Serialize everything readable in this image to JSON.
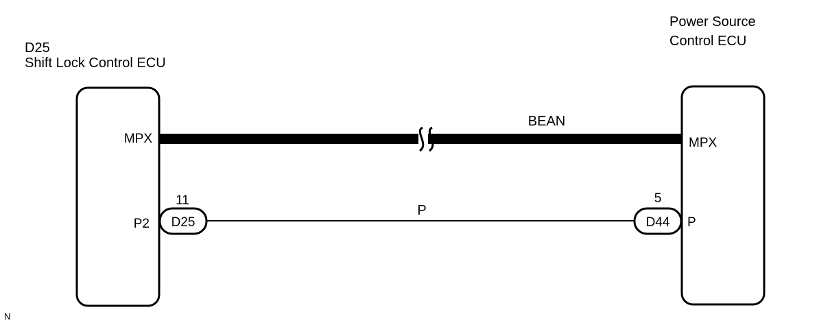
{
  "left_ecu": {
    "code": "D25",
    "name": "Shift Lock Control ECU",
    "pins": {
      "mpx": "MPX",
      "p2": "P2"
    }
  },
  "right_ecu": {
    "name_line1": "Power Source",
    "name_line2": "Control ECU",
    "pins": {
      "mpx": "MPX",
      "p": "P"
    }
  },
  "bus_wire": {
    "label": "BEAN"
  },
  "signal_wire": {
    "label": "P"
  },
  "left_connector": {
    "code": "D25",
    "pin": "11"
  },
  "right_connector": {
    "code": "D44",
    "pin": "5"
  },
  "footnote": "N"
}
